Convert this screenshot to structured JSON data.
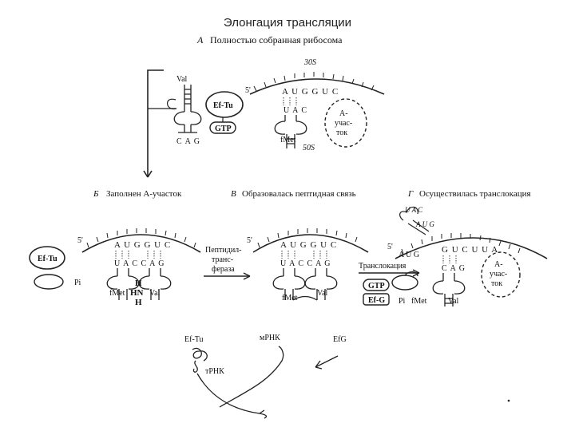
{
  "page_title": "Элонгация трансляции",
  "panels": {
    "a": {
      "letter": "А",
      "caption": "Полностью собранная   рибосома"
    },
    "b": {
      "letter": "Б",
      "caption": "Заполнен А-участок"
    },
    "v": {
      "letter": "В",
      "caption": "Образовалась пептидная связь"
    },
    "g": {
      "letter": "Г",
      "caption": "Осуществилась транслокация"
    }
  },
  "labels": {
    "s30": "30S",
    "s50": "50S",
    "five_prime": "5'",
    "val": "Val",
    "eftu": "Ef-Tu",
    "efg": "Ef-G",
    "gtp": "GTP",
    "fmet": "fMet",
    "pi": "Pi",
    "a_site_1": "А-",
    "a_site_2": "учас-",
    "a_site_3": "ток",
    "anticodon_cag": "C A G",
    "codons_a": "A U G  G U C",
    "codons_g": "G U C  U U A",
    "codon_aug": "A U G",
    "anticodon_uac": "U A C",
    "anticodons_b": "U A C  C A G",
    "wing_uac": "U A C",
    "wing_aug": "A U G",
    "h_top": "H",
    "hn": "HN",
    "h_bottom": "H",
    "peptidyl_1": "Пептидил-",
    "peptidyl_2": "транс-",
    "peptidyl_3": "фераза",
    "translocation": "Транслокация",
    "bottom_eftu": "Ef-Tu",
    "bottom_mrna": "мРНК",
    "bottom_efg": "EfG",
    "bottom_trna": "тРНК"
  }
}
